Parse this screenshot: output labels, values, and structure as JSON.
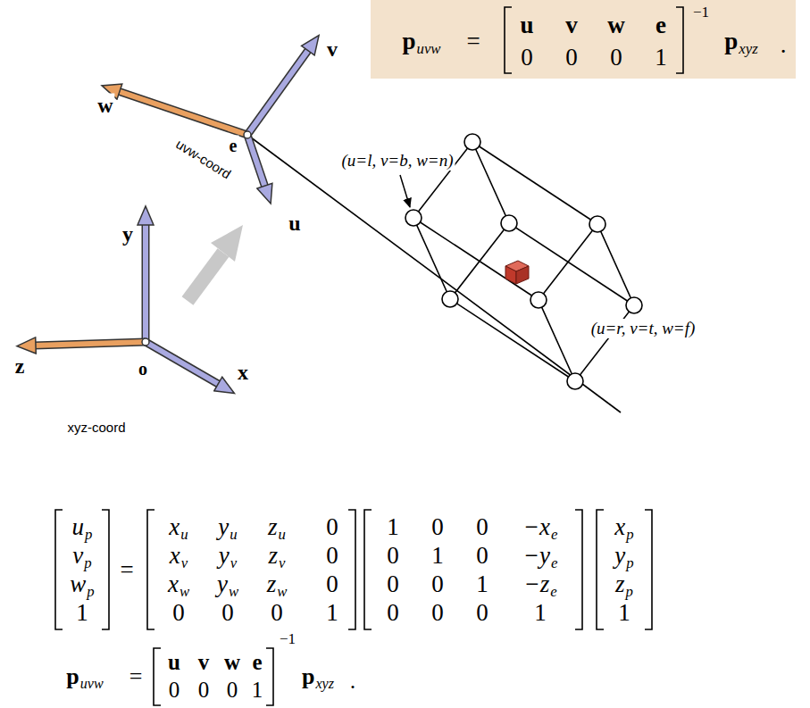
{
  "diagram": {
    "nodes": [
      {
        "text": [
          "p",
          "uvw",
          "=",
          "u",
          "v",
          "w",
          "e",
          "0",
          "0",
          "0",
          "1",
          "−1",
          "p",
          "xyz",
          "."
        ]
      }
    ],
    "labels": [
      "w",
      "v",
      "e",
      "uvw-coord",
      "u",
      "y",
      "z",
      "o",
      "x",
      "xyz-coord",
      "(u=l, v=b, w=n)",
      "(u=r, v=t, w=f)",
      "u",
      "p",
      "v",
      "p",
      "w",
      "p",
      "1",
      "=",
      "x",
      "u",
      "y",
      "u",
      "z",
      "u",
      "0",
      "x",
      "v",
      "y",
      "v",
      "z",
      "v",
      "0",
      "x",
      "w",
      "y",
      "w",
      "z",
      "w",
      "0",
      "0",
      "0",
      "0",
      "1",
      "1",
      "0",
      "0",
      "−x",
      "e",
      "0",
      "1",
      "0",
      "−y",
      "e",
      "0",
      "0",
      "1",
      "−z",
      "e",
      "0",
      "0",
      "0",
      "1",
      "x",
      "p",
      "y",
      "p",
      "z",
      "p",
      "1",
      "p",
      "uvw",
      "=",
      "u",
      "v",
      "w",
      "e",
      "0",
      "0",
      "0",
      "1",
      "−1",
      "p",
      "xyz",
      "."
    ]
  }
}
